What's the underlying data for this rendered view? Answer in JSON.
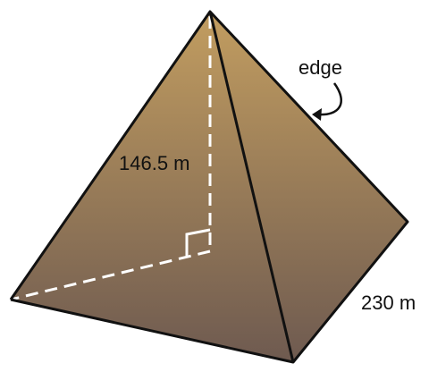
{
  "diagram": {
    "height_label": "146.5 m",
    "base_label": "230 m",
    "edge_label": "edge"
  },
  "colors": {
    "top": "#c29d60",
    "bottom": "#6e5a50",
    "outline": "#111111",
    "dashed": "#ffffff"
  }
}
